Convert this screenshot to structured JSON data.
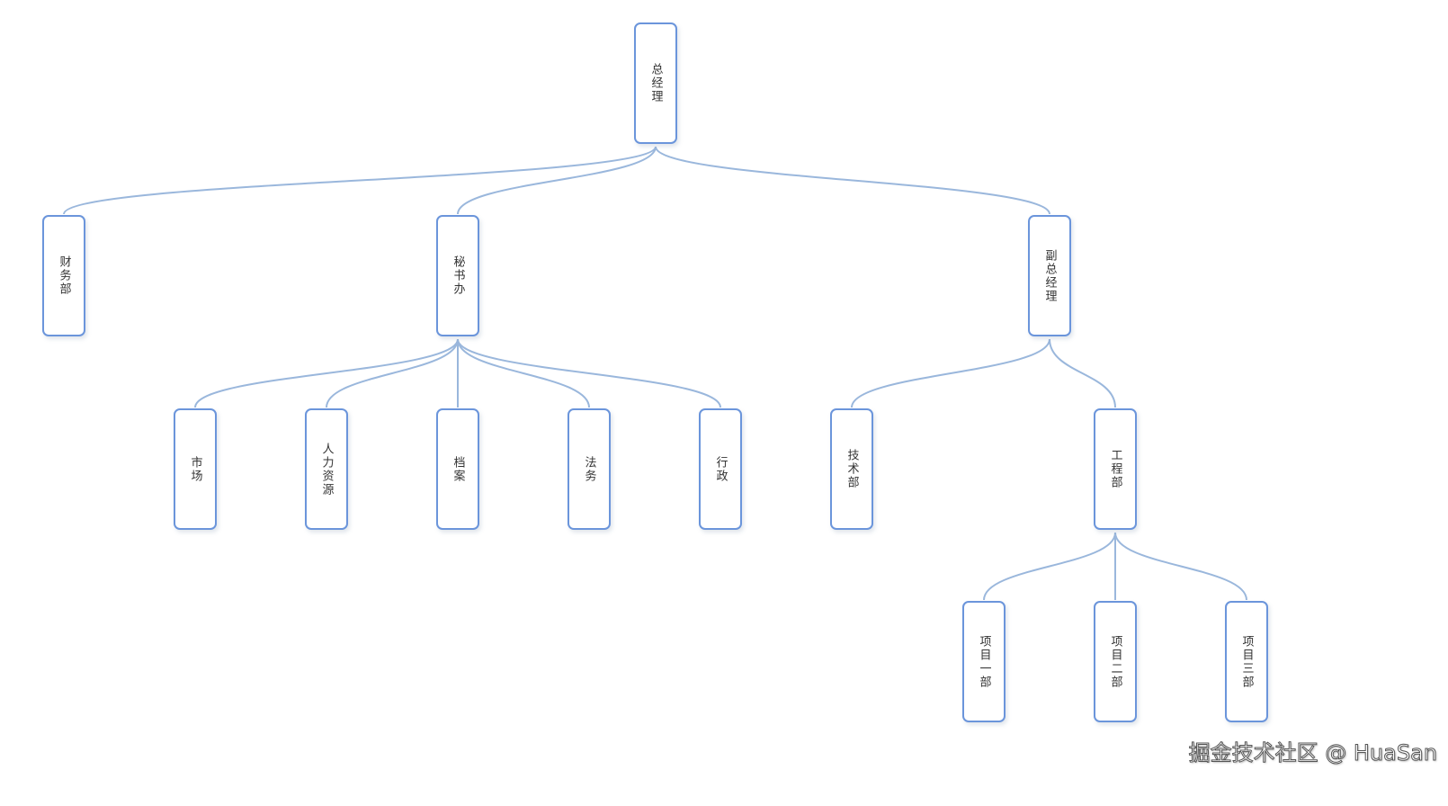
{
  "diagram": {
    "edge_color": "#9ab7dc",
    "node_border_color": "#6b95db",
    "nodes": [
      {
        "id": "gm",
        "label": "总经理"
      },
      {
        "id": "finance",
        "label": "财务部",
        "parent": "gm"
      },
      {
        "id": "secretary",
        "label": "秘书办",
        "parent": "gm"
      },
      {
        "id": "deputy",
        "label": "副总经理",
        "parent": "gm"
      },
      {
        "id": "market",
        "label": "市场",
        "parent": "secretary"
      },
      {
        "id": "hr",
        "label": "人力资源",
        "parent": "secretary"
      },
      {
        "id": "archive",
        "label": "档案",
        "parent": "secretary"
      },
      {
        "id": "legal",
        "label": "法务",
        "parent": "secretary"
      },
      {
        "id": "admin",
        "label": "行政",
        "parent": "secretary"
      },
      {
        "id": "tech",
        "label": "技术部",
        "parent": "deputy"
      },
      {
        "id": "engineering",
        "label": "工程部",
        "parent": "deputy"
      },
      {
        "id": "proj1",
        "label": "项目一部",
        "parent": "engineering"
      },
      {
        "id": "proj2",
        "label": "项目二部",
        "parent": "engineering"
      },
      {
        "id": "proj3",
        "label": "项目三部",
        "parent": "engineering"
      }
    ]
  },
  "watermark": "掘金技术社区 @ HuaSan"
}
